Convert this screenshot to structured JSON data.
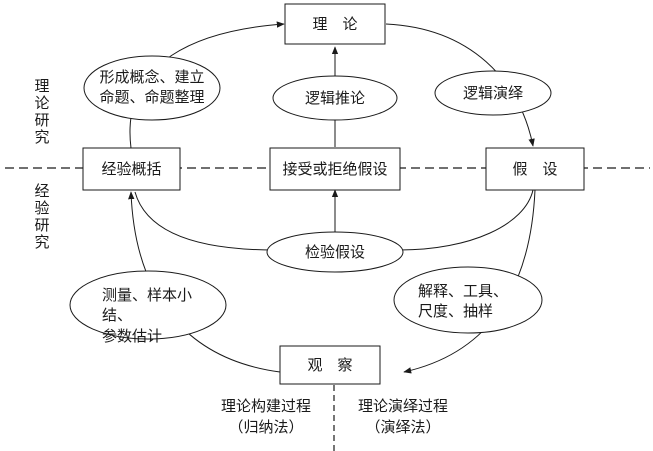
{
  "side_labels": {
    "theory_research": "理论研究",
    "empirical_research": "经验研究"
  },
  "nodes": {
    "theory": "理　论",
    "hypothesis": "假　设",
    "observation": "观　察",
    "empirical_generalization": "经验概括",
    "accept_reject": "接受或拒绝假设"
  },
  "ellipses": {
    "concept_formation": "形成概念、建立\n命题、命题整理",
    "logical_inference": "逻辑推论",
    "logical_deduction": "逻辑演绎",
    "test_hypothesis": "检验假设",
    "measurement": "测量、样本小结、\n参数估计",
    "interpretation": "解释、工具、\n尺度、抽样"
  },
  "processes": {
    "induction": "理论构建过程\n（归纳法）",
    "deduction": "理论演绎过程\n（演绎法）"
  }
}
